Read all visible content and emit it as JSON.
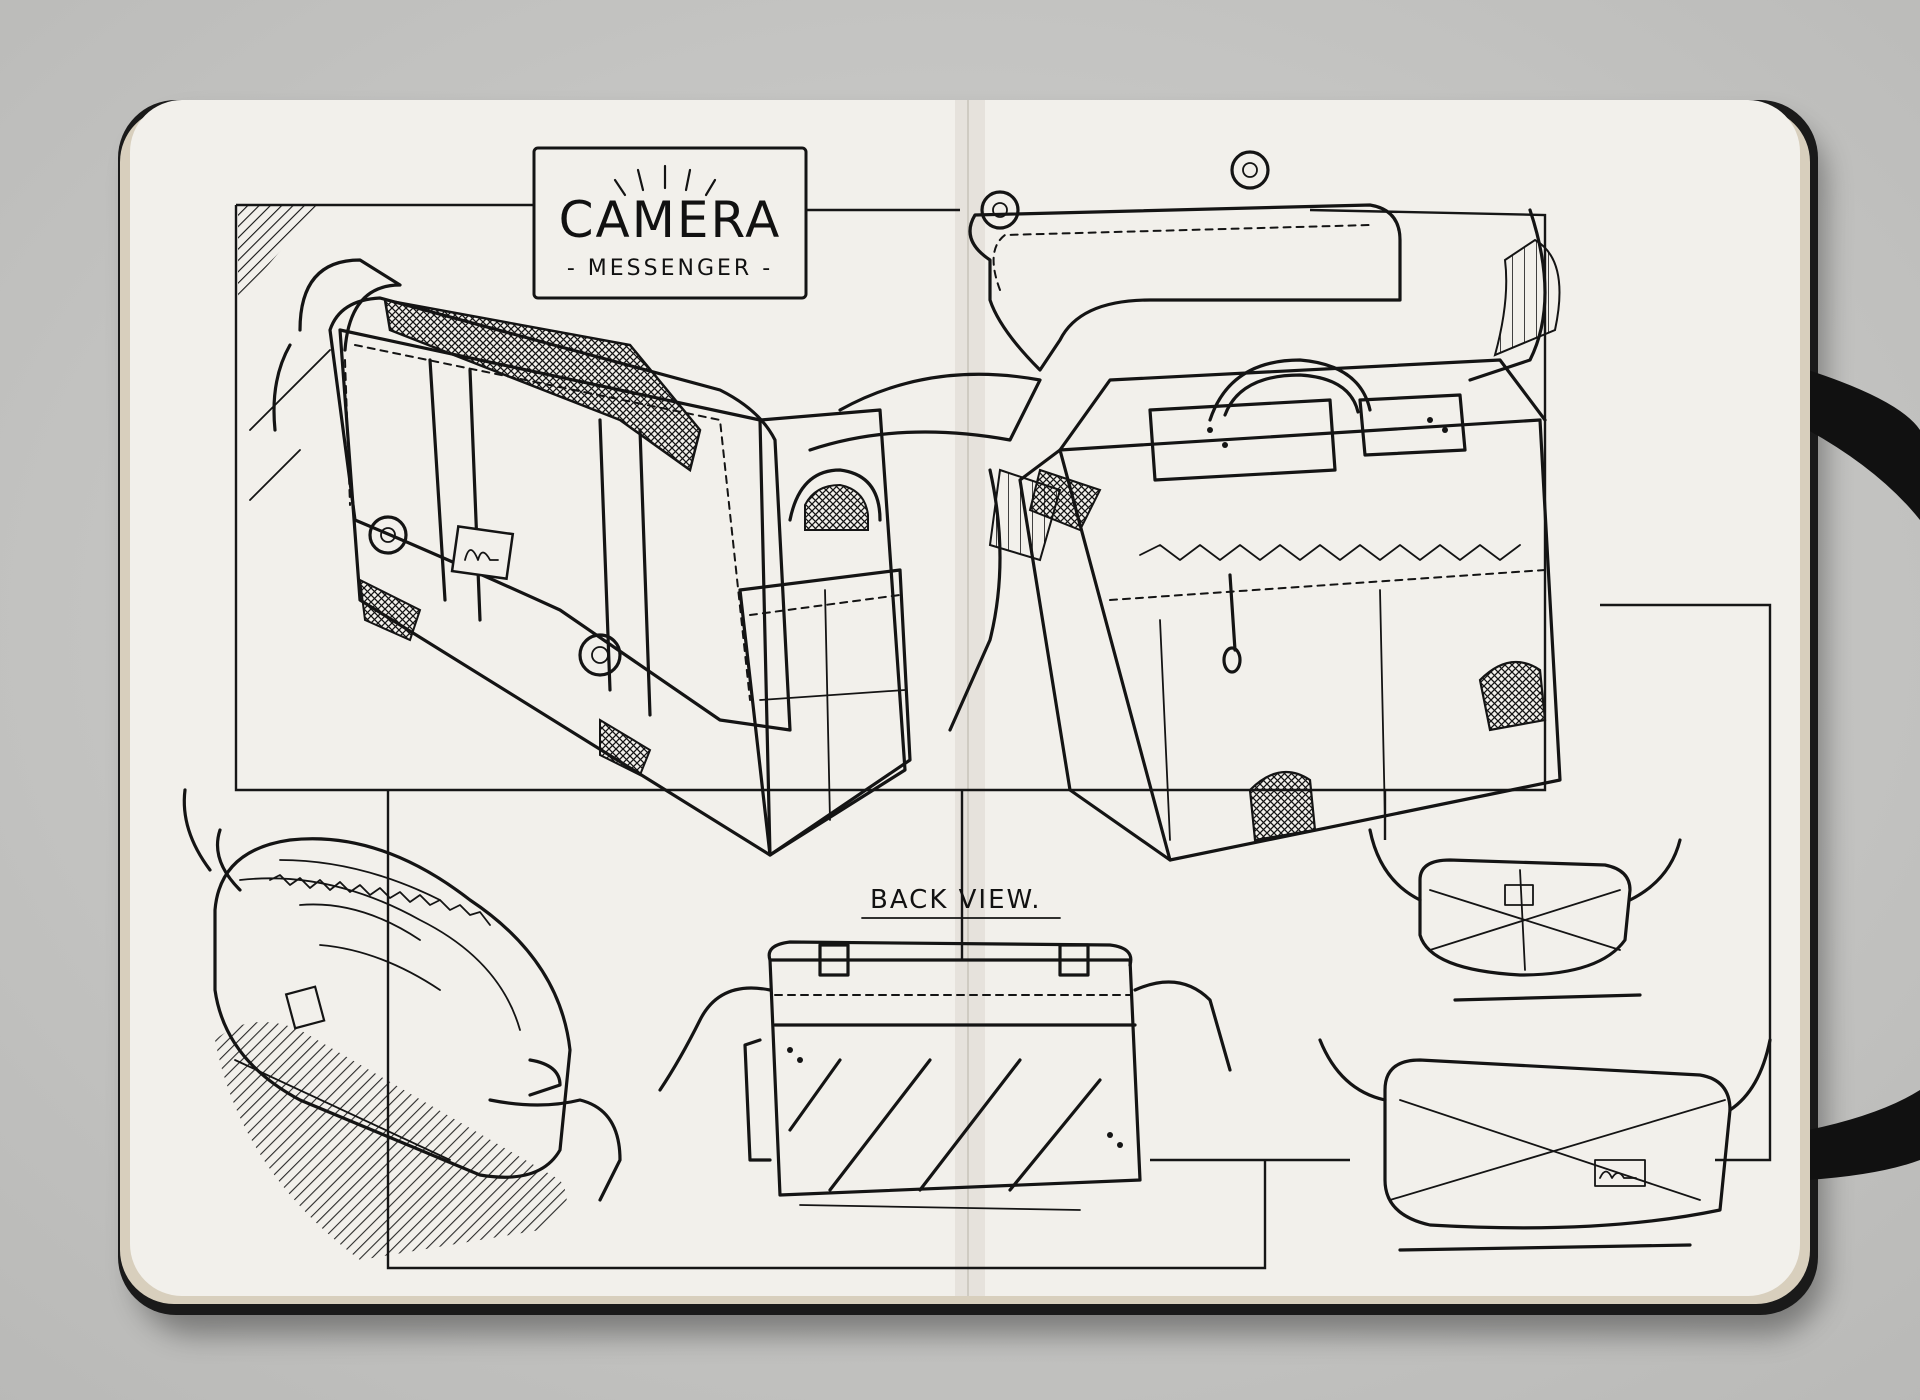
{
  "sketchbook": {
    "title_main": "CAMERA",
    "title_sub": "- MESSENGER -",
    "label_back": "BACK VIEW.",
    "logo_mark": "M."
  },
  "colors": {
    "desk": "#c9c9c7",
    "paper": "#f2f0eb",
    "ink": "#141414",
    "cover": "#1a1a1a"
  },
  "drawings": [
    "camera-bag-front-closed-icon",
    "camera-bag-open-icon",
    "camera-pouch-zipper-icon",
    "camera-bag-back-view-icon",
    "camera-bag-small-top-icon",
    "camera-bag-small-front-icon"
  ]
}
